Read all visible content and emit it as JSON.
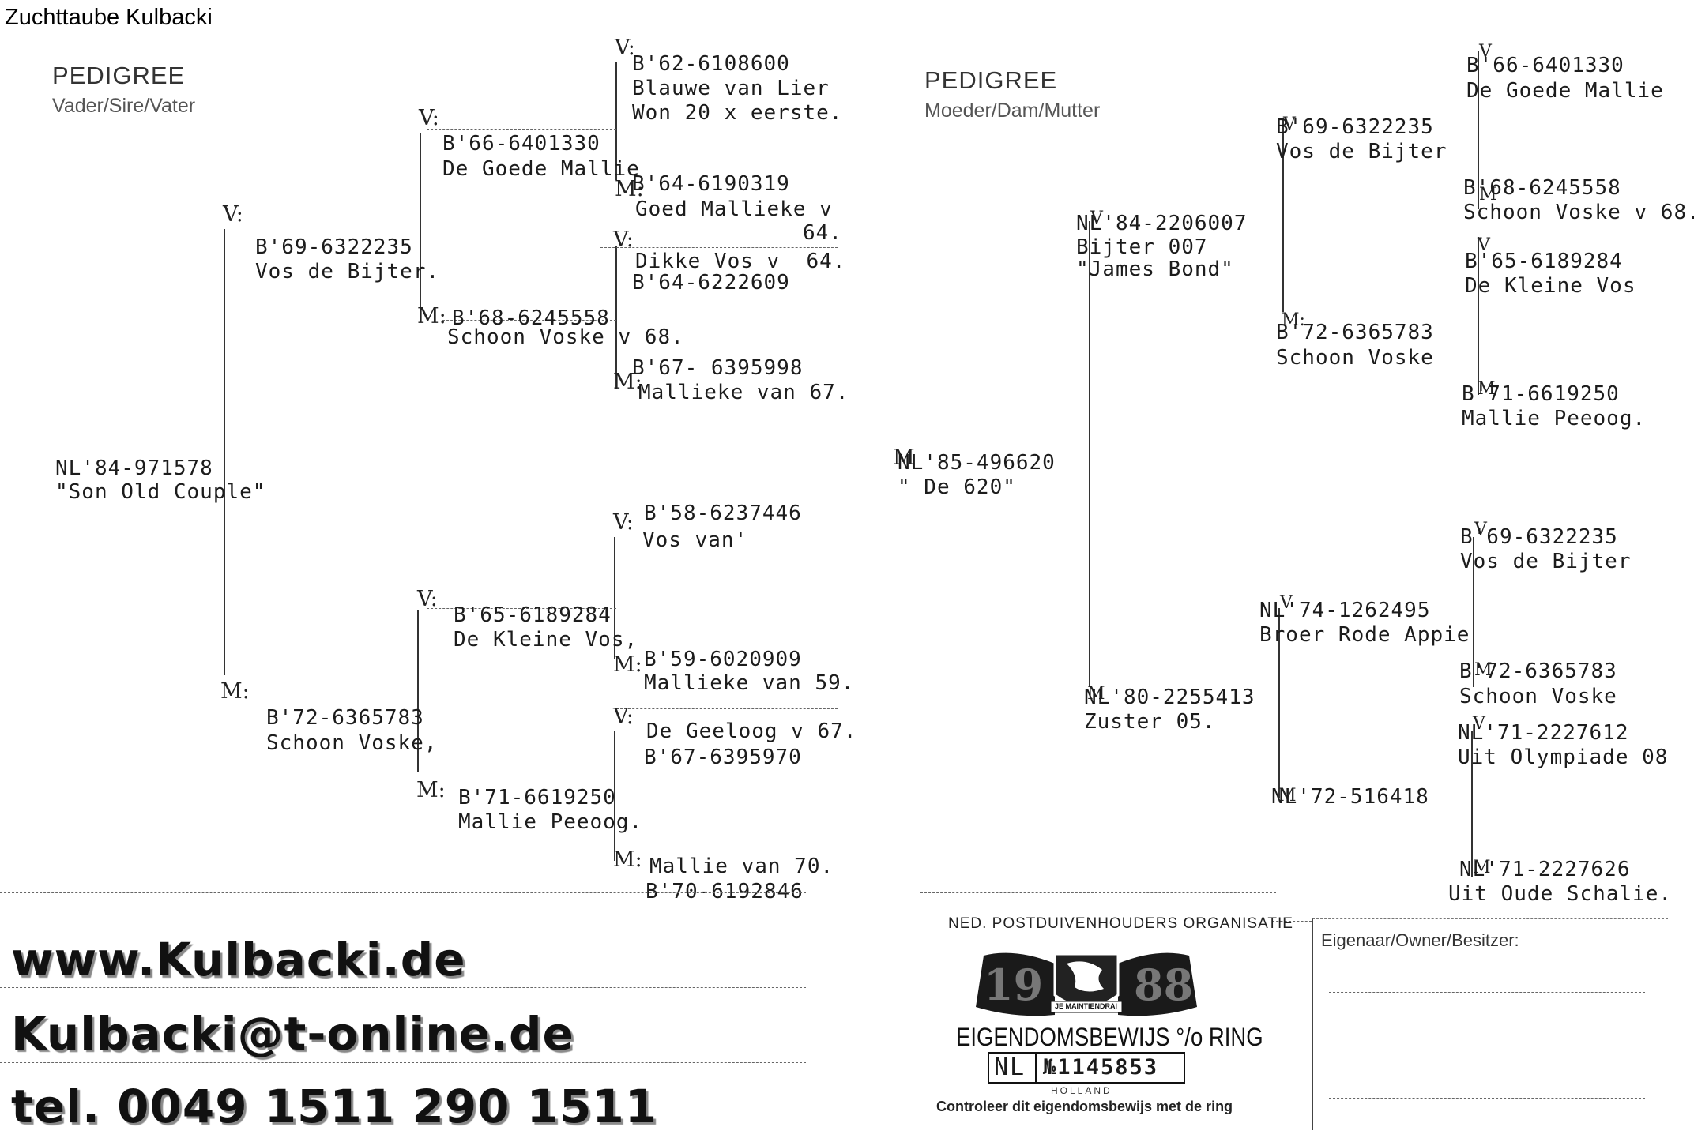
{
  "title": "Zuchttaube Kulbacki",
  "left": {
    "heading": "PEDIGREE",
    "subheading": "Vader/Sire/Vater",
    "bird": {
      "ring": "NL'84-971578",
      "name": "\"Son Old Couple\""
    },
    "sire": {
      "ring": "B'69-6322235",
      "name": "Vos de Bijter."
    },
    "dam": {
      "ring": "B'72-6365783",
      "name": "Schoon Voske,"
    },
    "ss": {
      "ring": "B'66-6401330",
      "name": "De Goede Mallie"
    },
    "sd": {
      "ring": "B'68-6245558",
      "name": "Schoon Voske v 68."
    },
    "ds": {
      "ring": "B'65-6189284",
      "name": "De Kleine Vos,"
    },
    "dd": {
      "ring": "B'71-6619250",
      "name": "Mallie Peeoog."
    },
    "sss": {
      "ring": "B'62-6108600",
      "name": "Blauwe van Lier",
      "note": "Won 20 x eerste."
    },
    "ssd": {
      "ring": "B'64-6190319",
      "name": "Goed Mallieke v",
      "note": "64."
    },
    "sds": {
      "name": "Dikke Vos v  64.",
      "ring": "B'64-6222609"
    },
    "sdd": {
      "ring": "B'67- 6395998",
      "name": "Mallieke van 67."
    },
    "dss": {
      "ring": "B'58-6237446",
      "name": "Vos van'"
    },
    "dsd": {
      "ring": "B'59-6020909",
      "name": "Mallieke van 59."
    },
    "dds": {
      "name": "De Geeloog v 67.",
      "ring": "B'67-6395970"
    },
    "ddd": {
      "name": "Mallie van 70.",
      "ring": "B'70-6192846"
    }
  },
  "right": {
    "heading": "PEDIGREE",
    "subheading": "Moeder/Dam/Mutter",
    "bird": {
      "ring": "NL'85-496620",
      "name": "\" De 620\""
    },
    "sire": {
      "ring": "NL'84-2206007",
      "name": "Bijter 007",
      "note": "\"James Bond\""
    },
    "dam": {
      "ring": "NL'80-2255413",
      "name": "Zuster 05."
    },
    "ss": {
      "ring": "B'69-6322235",
      "name": "Vos de Bijter"
    },
    "sd": {
      "ring": "B'72-6365783",
      "name": "Schoon Voske"
    },
    "ds": {
      "ring": "NL'74-1262495",
      "name": "Broer Rode Appie"
    },
    "dd": {
      "ring": "NL'72-516418"
    },
    "sss": {
      "ring": "B'66-6401330",
      "name": "De Goede Mallie"
    },
    "ssd": {
      "ring": "B'68-6245558",
      "name": "Schoon Voske v 68."
    },
    "sds": {
      "ring": "B'65-6189284",
      "name": "De Kleine Vos"
    },
    "sdd": {
      "ring": "B'71-6619250",
      "name": "Mallie Peeoog."
    },
    "dss": {
      "ring": "B'69-6322235",
      "name": "Vos de Bijter"
    },
    "dsd": {
      "ring": "B'72-6365783",
      "name": "Schoon Voske"
    },
    "dds": {
      "ring": "NL'71-2227612",
      "name": "Uit Olympiade 08"
    },
    "ddd": {
      "ring": "NL'71-2227626",
      "name": "Uit Oude Schalie."
    }
  },
  "markers": {
    "v": "V:",
    "m": "M:",
    "v_bare": "V",
    "m_bare": "M"
  },
  "contact": {
    "website": "www.Kulbacki.de",
    "email": "Kulbacki@t-online.de",
    "phone": "tel. 0049 1511 290 1511"
  },
  "certificate": {
    "org": "NED. POSTDUIVENHOUDERS ORGANISATIE",
    "year_left": "19",
    "year_right": "88",
    "motto": "JE MAINTIENDRAI",
    "title": "EIGENDOMSBEWIJS °/o RING",
    "country": "NL",
    "number": "№1145853",
    "land": "HOLLAND",
    "footer": "Controleer dit eigendomsbewijs met de ring"
  },
  "owner": {
    "label": "Eigenaar/Owner/Besitzer:"
  }
}
